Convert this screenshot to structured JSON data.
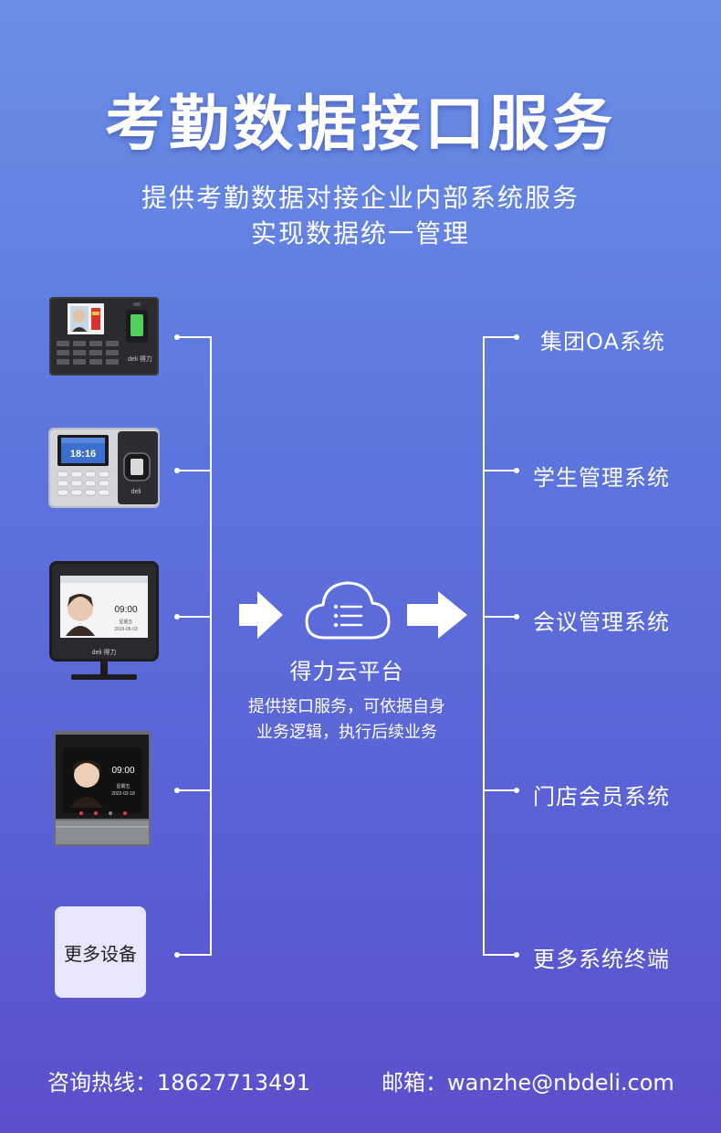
{
  "title": "考勤数据接口服务",
  "subtitle": {
    "line1": "提供考勤数据对接企业内部系统服务",
    "line2": "实现数据统一管理"
  },
  "devices": {
    "more_label": "更多设备",
    "device1": {
      "brand": "deli 得力"
    },
    "device2": {
      "time": "18:16",
      "brand": "deli"
    },
    "device3": {
      "time": "09:00",
      "day": "星期五",
      "date": "2019-06-03",
      "brand": "deli 得力"
    },
    "device4": {
      "time": "09:00",
      "day": "星期五",
      "date": "2022-02-18"
    }
  },
  "platform": {
    "name": "得力云平台",
    "desc_line1": "提供接口服务，可依据自身",
    "desc_line2": "业务逻辑，执行后续业务"
  },
  "systems": [
    {
      "label": "集团OA系统"
    },
    {
      "label": "学生管理系统"
    },
    {
      "label": "会议管理系统"
    },
    {
      "label": "门店会员系统"
    },
    {
      "label": "更多系统终端"
    }
  ],
  "footer": {
    "phone_label": "咨询热线：",
    "phone": "18627713491",
    "email_label": "邮箱：",
    "email": "wanzhe@nbdeli.com"
  },
  "colors": {
    "background_top": "#6a8fe6",
    "background_bottom": "#5b4fcc",
    "text": "#ffffff",
    "more_box": "#e8e6fb"
  }
}
